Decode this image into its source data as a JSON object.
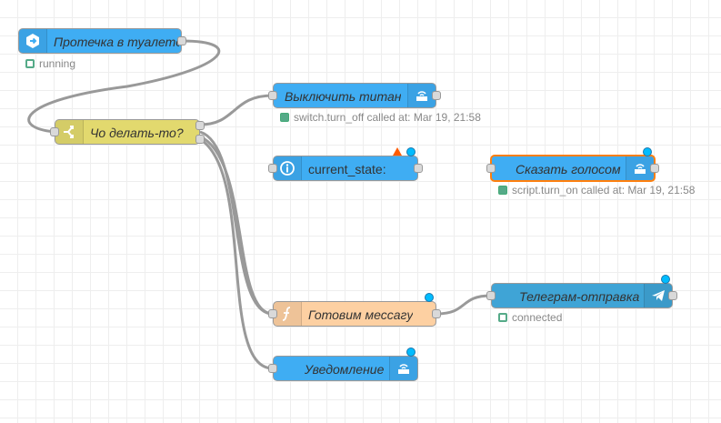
{
  "canvas": {
    "grid_color": "#eeeeee",
    "wire_color": "#999999"
  },
  "nodes": [
    {
      "id": "leak",
      "label": "Протечка в туалете",
      "color": "#3fadf3",
      "icon": "state-changed-icon",
      "status": "running",
      "status_type": "ring"
    },
    {
      "id": "switch",
      "label": "Чо делать-то?",
      "color": "#e2d96e",
      "icon": "switch-icon"
    },
    {
      "id": "off",
      "label": "Выключить титан",
      "color": "#3fadf3",
      "icon": "call-service-icon",
      "status": "switch.turn_off called at: Mar 19, 21:58",
      "status_type": "fill"
    },
    {
      "id": "current",
      "label": "current_state:",
      "color": "#3fadf3",
      "icon": "info-icon"
    },
    {
      "id": "say",
      "label": "Сказать голосом",
      "color": "#3fadf3",
      "icon": "call-service-icon",
      "status": "script.turn_on called at: Mar 19, 21:58",
      "status_type": "fill"
    },
    {
      "id": "func",
      "label": "Готовим мессагу",
      "color": "#fdd0a2",
      "icon": "function-icon"
    },
    {
      "id": "tg",
      "label": "Телеграм-отправка",
      "color": "#3fa4d6",
      "icon": "telegram-icon",
      "status": "connected",
      "status_type": "ring"
    },
    {
      "id": "notify",
      "label": "Уведомление",
      "color": "#3fadf3",
      "icon": "call-service-icon"
    }
  ]
}
